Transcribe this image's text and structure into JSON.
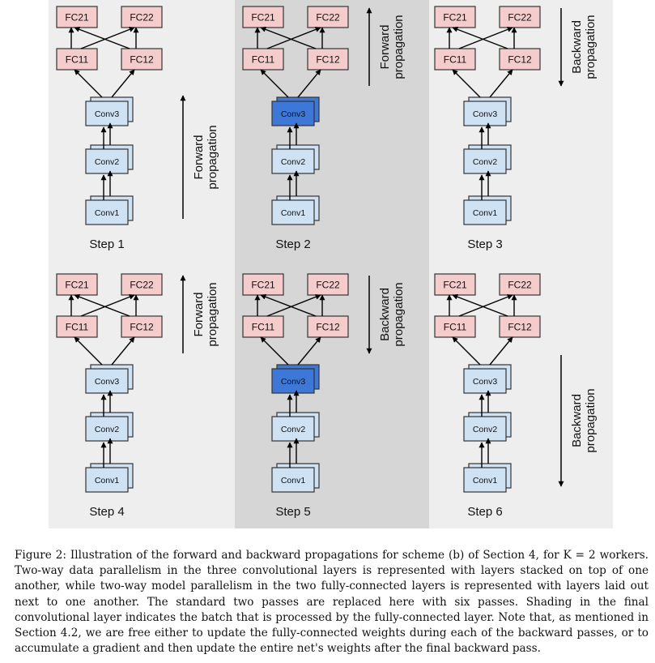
{
  "figure": {
    "steps": [
      {
        "label": "Step 1",
        "highlight": false,
        "stack": "back",
        "arrow": {
          "dir": "up",
          "lines": [
            "Forward",
            "propagation"
          ],
          "zone": "mid"
        }
      },
      {
        "label": "Step 2",
        "highlight": true,
        "stack": "back",
        "arrow": {
          "dir": "up",
          "lines": [
            "Forward",
            "propagation"
          ],
          "zone": "top"
        }
      },
      {
        "label": "Step 3",
        "highlight": false,
        "stack": "front",
        "arrow": {
          "dir": "down",
          "lines": [
            "Backward",
            "propagation"
          ],
          "zone": "top"
        }
      },
      {
        "label": "Step 4",
        "highlight": false,
        "stack": "back",
        "arrow": {
          "dir": "up",
          "lines": [
            "Forward",
            "propagation"
          ],
          "zone": "top"
        }
      },
      {
        "label": "Step 5",
        "highlight": true,
        "stack": "back",
        "arrow": {
          "dir": "down",
          "lines": [
            "Backward",
            "propagation"
          ],
          "zone": "top"
        }
      },
      {
        "label": "Step 6",
        "highlight": false,
        "stack": "front",
        "arrow": {
          "dir": "down",
          "lines": [
            "Backward",
            "propagation"
          ],
          "zone": "bottom"
        }
      }
    ],
    "fc_labels": [
      "FC21",
      "FC22",
      "FC11",
      "FC12"
    ],
    "conv_labels": [
      "Conv3",
      "Conv2",
      "Conv1"
    ],
    "colors": {
      "panel_light": "#eeeeee",
      "panel_dark": "#d6d6d6",
      "fc_fill": "#f4cccc",
      "conv_fill": "#cfe2f3",
      "conv_highlight": "#3d78d8",
      "box_stroke": "#333333"
    }
  },
  "caption": "Figure 2: Illustration of the forward and backward propagations for scheme (b) of Section 4, for K = 2 workers. Two-way data parallelism in the three convolutional layers is represented with layers stacked on top of one another, while two-way model parallelism in the two fully-connected layers is represented with layers laid out next to one another. The standard two passes are replaced here with six passes. Shading in the final convolutional layer indicates the batch that is processed by the fully-connected layer. Note that, as mentioned in Section 4.2, we are free either to update the fully-connected weights during each of the backward passes, or to accumulate a gradient and then update the entire net's weights after the final backward pass."
}
